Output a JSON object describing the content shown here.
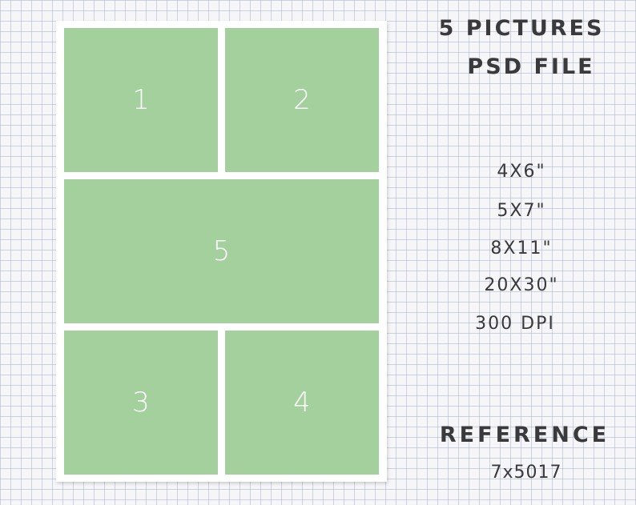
{
  "colors": {
    "frame": "#ffffff",
    "cell": "#a3d09d",
    "cell_number": "#ffffff",
    "text": "#3a3a3c",
    "grid_paper": "#f6f6f8",
    "grid_line": "#aab2cd"
  },
  "template": {
    "cells": [
      "1",
      "2",
      "5",
      "3",
      "4"
    ]
  },
  "info": {
    "title_line1": "5 PICTURES",
    "title_line2": "PSD FILE",
    "sizes": [
      "4X6\"",
      "5X7\"",
      "8X11\"",
      "20X30\"",
      "300 DPI"
    ],
    "reference_label": "REFERENCE",
    "reference_code": "7x5017"
  }
}
